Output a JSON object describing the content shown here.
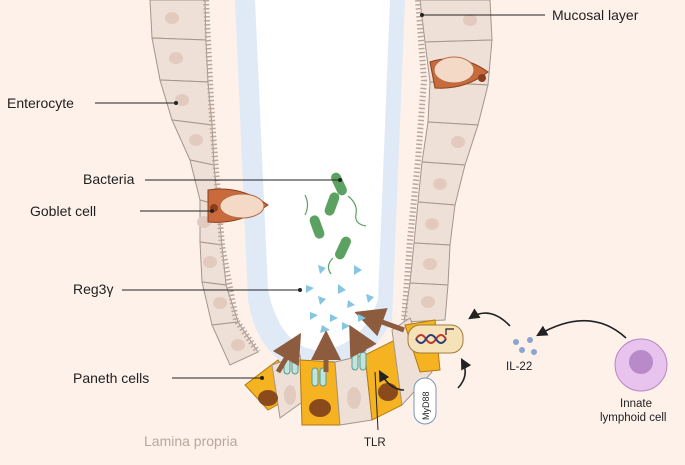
{
  "labels": {
    "mucosal_layer": "Mucosal layer",
    "enterocyte": "Enterocyte",
    "bacteria": "Bacteria",
    "goblet_cell": "Goblet cell",
    "reg3g": "Reg3γ",
    "paneth_cells": "Paneth cells",
    "lamina_propria": "Lamina propria",
    "tlr": "TLR",
    "myd88": "MyD88",
    "il22": "IL-22",
    "ilc_line1": "Innate",
    "ilc_line2": "lymphoid cell"
  },
  "colors": {
    "background": "#fdf1ea",
    "cell_fill": "#eee0d7",
    "cell_stroke": "#a5958b",
    "nucleus": "#e3cabf",
    "lumen": "#ffffff",
    "mucus": "#dfeaf6",
    "paneth": "#f5b321",
    "paneth_nucleus": "#8a4a1c",
    "goblet": "#c96a3d",
    "bacteria": "#5aa162",
    "reg3g": "#86c6e1",
    "arrow": "#8d5b3e",
    "ilc": "#d9a7e2",
    "il22": "#8aa5d0"
  }
}
